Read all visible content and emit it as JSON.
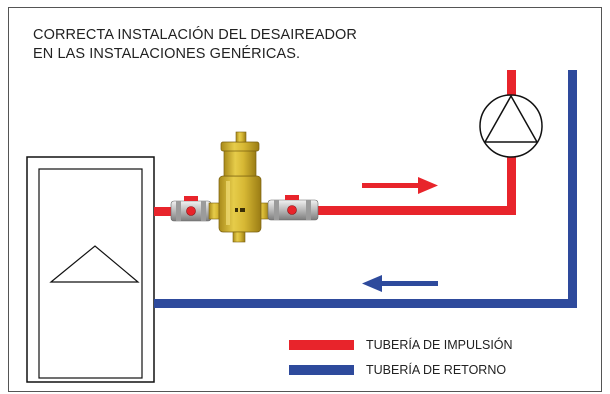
{
  "title": {
    "line1": "CORRECTA INSTALACIÓN DEL DESAIREADOR",
    "line2": "EN LAS INSTALACIONES GENÉRICAS."
  },
  "legend": {
    "supply_label": "TUBERÍA DE IMPULSIÓN",
    "return_label": "TUBERÍA DE RETORNO"
  },
  "colors": {
    "supply": "#e8242b",
    "return": "#2e4a9c",
    "deaerator": "#d4b42a",
    "valve_body": "#c9c9c9",
    "frame": "#555555"
  }
}
